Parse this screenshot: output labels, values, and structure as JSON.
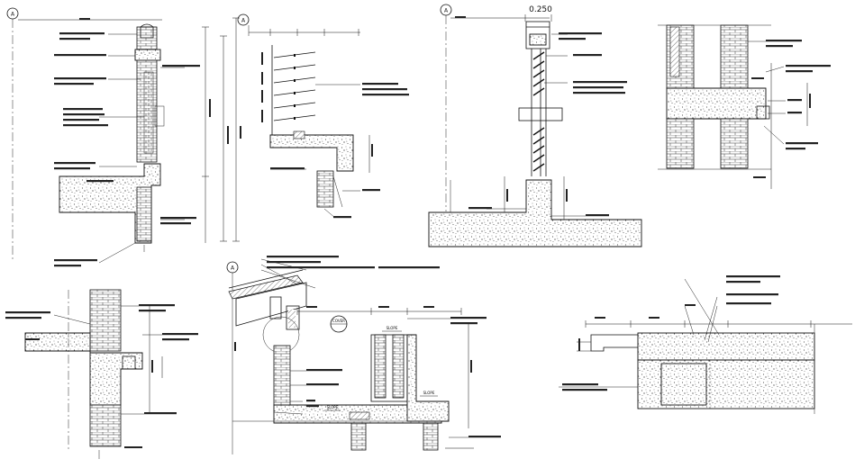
{
  "drawing": {
    "grid_bubbles": [
      "A",
      "A",
      "A",
      "A"
    ],
    "top_dimension": "0.250",
    "tags": {
      "slope": "SLOPE",
      "cover": "COVER"
    }
  }
}
